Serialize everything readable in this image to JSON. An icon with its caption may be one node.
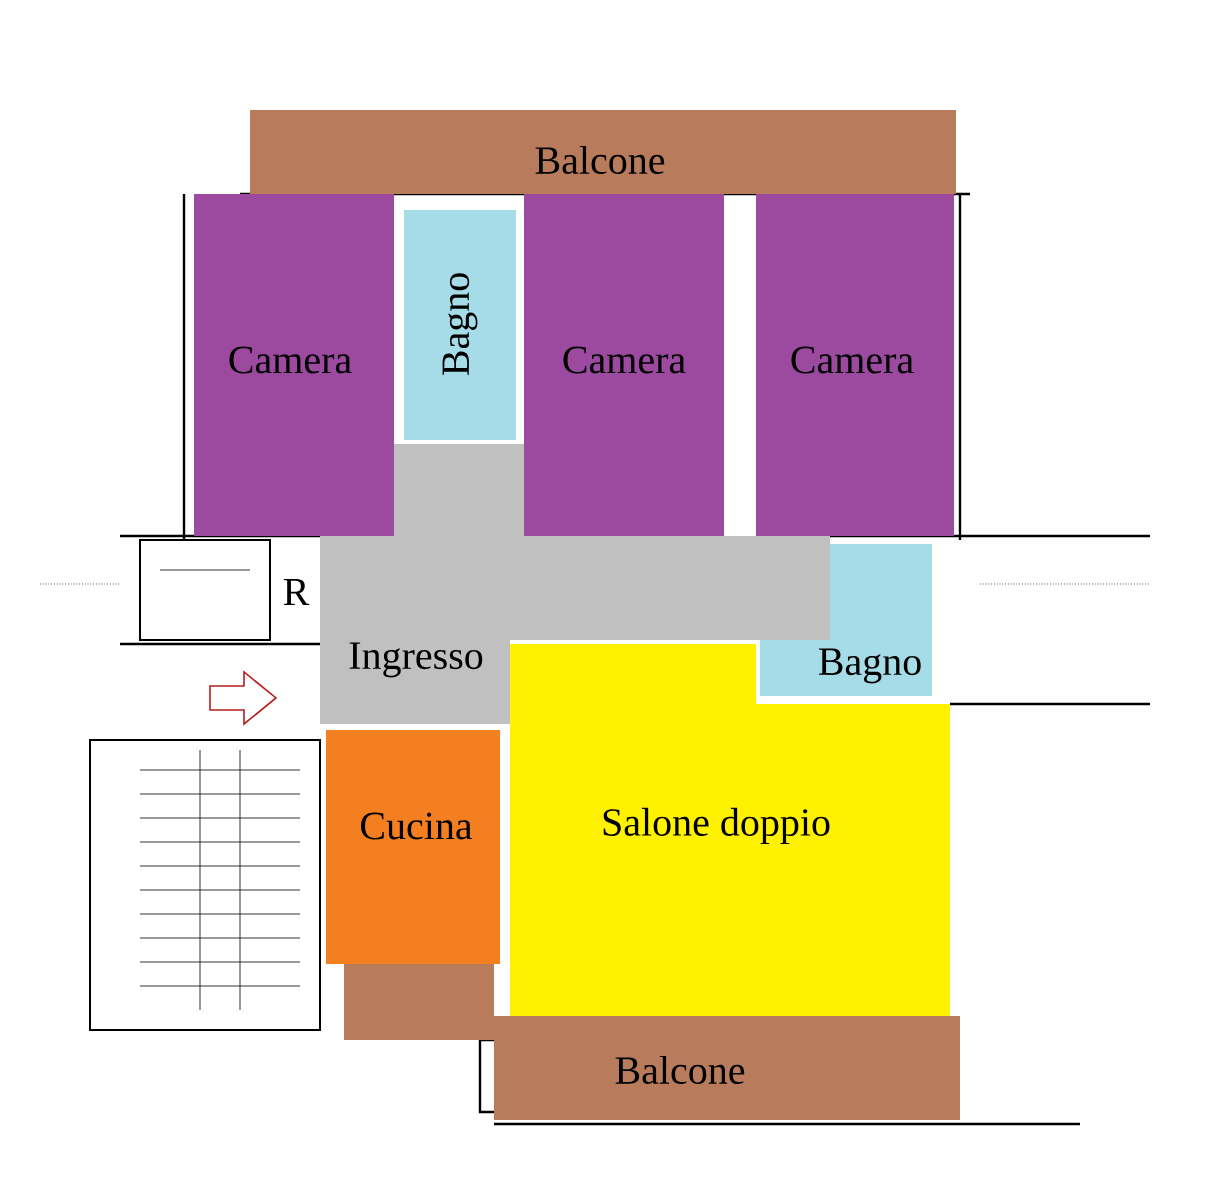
{
  "diagram": {
    "nodes": [
      {
        "text": [
          "Balcone"
        ]
      },
      {
        "text": [
          "Camera"
        ]
      },
      {
        "text": [
          "Bagno"
        ]
      },
      {
        "text": [
          "Camera"
        ]
      },
      {
        "text": [
          "Camera"
        ]
      },
      {
        "text": [
          "Ingresso"
        ]
      },
      {
        "text": [
          "Bagno"
        ]
      },
      {
        "text": [
          "Cucina"
        ]
      },
      {
        "text": [
          "Salone doppio"
        ]
      },
      {
        "text": [
          "Balcone"
        ]
      }
    ],
    "labels": [
      "R"
    ]
  }
}
